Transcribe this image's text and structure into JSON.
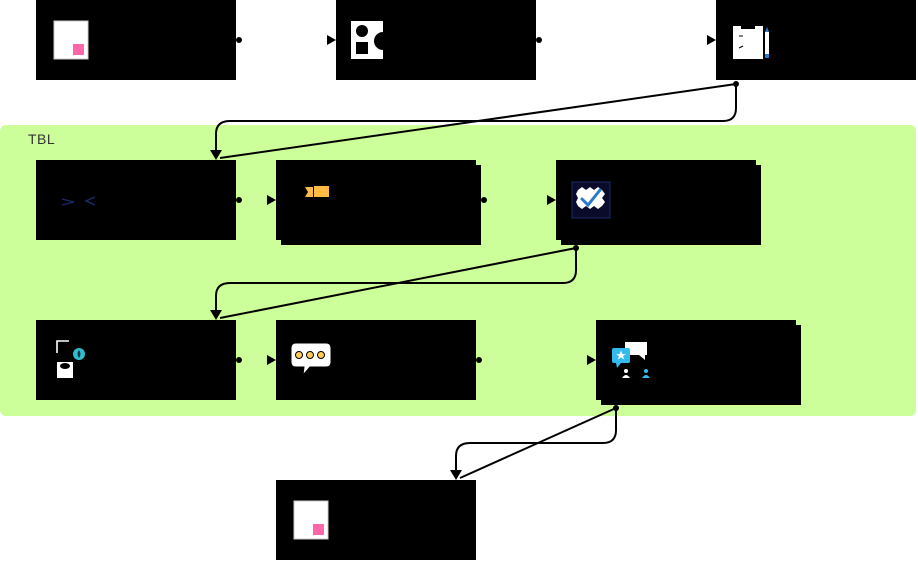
{
  "group": {
    "label": "TBL",
    "fill": "#ccff99"
  },
  "nodes": [
    {
      "id": "n1",
      "icon": "document-pink-icon",
      "label": ""
    },
    {
      "id": "n2",
      "icon": "shapes-icon",
      "label": ""
    },
    {
      "id": "n3",
      "icon": "clipboard-pencil-icon",
      "label": ""
    },
    {
      "id": "n4",
      "icon": "code-brackets-icon",
      "label": ""
    },
    {
      "id": "n5",
      "icon": "ticket-tag-icon",
      "label": ""
    },
    {
      "id": "n6",
      "icon": "verified-check-icon",
      "label": ""
    },
    {
      "id": "n7",
      "icon": "monitor-person-icon",
      "label": ""
    },
    {
      "id": "n8",
      "icon": "speech-bubble-dots-icon",
      "label": ""
    },
    {
      "id": "n9",
      "icon": "team-chat-icon",
      "label": ""
    },
    {
      "id": "n10",
      "icon": "document-pink-icon",
      "label": ""
    }
  ],
  "edges": [
    {
      "from": "n1",
      "to": "n2"
    },
    {
      "from": "n2",
      "to": "n3"
    },
    {
      "from": "n3",
      "to": "n4"
    },
    {
      "from": "n4",
      "to": "n5"
    },
    {
      "from": "n5",
      "to": "n6"
    },
    {
      "from": "n6",
      "to": "n7"
    },
    {
      "from": "n7",
      "to": "n8"
    },
    {
      "from": "n8",
      "to": "n9"
    },
    {
      "from": "n9",
      "to": "n10"
    }
  ],
  "colors": {
    "node": "#000000",
    "accent_pink": "#ff66aa",
    "accent_orange": "#ffbb44",
    "accent_blue": "#2a7ac8",
    "accent_cyan": "#33bbcc"
  }
}
